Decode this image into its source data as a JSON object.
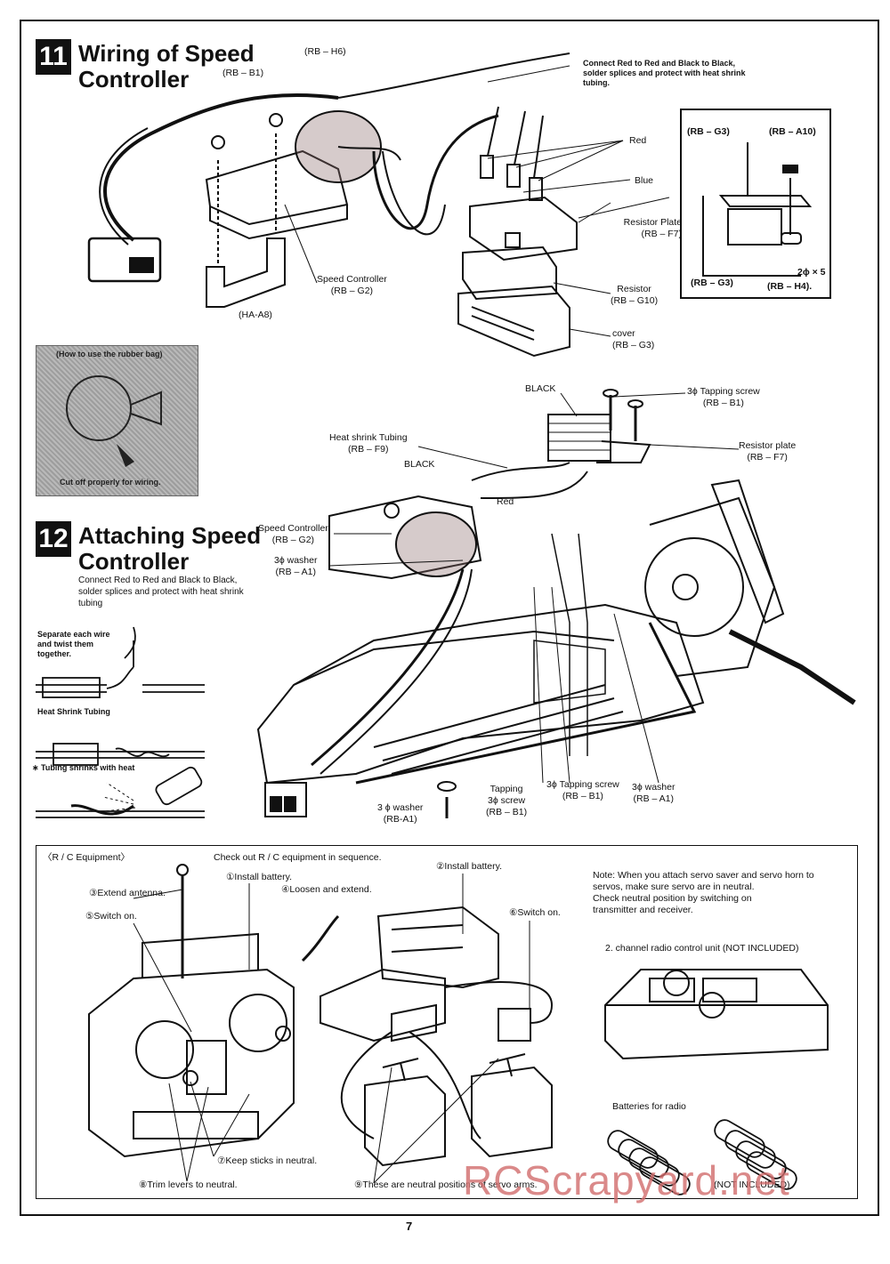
{
  "page": {
    "number": "7"
  },
  "step11": {
    "num": "11",
    "title": "Wiring of Speed\nController",
    "labels": {
      "rb_h6": "(RB – H6)",
      "rb_b1": "(RB – B1)",
      "connect_note": "Connect Red to Red and Black to Black,\nsolder splices and protect with heat shrink\ntubing.",
      "red": "Red",
      "blue": "Blue",
      "resistor_plate": "Resistor Plate\n(RB – F7)",
      "speed_controller": "Speed Controller\n(RB – G2)",
      "ha_a8": "(HA-A8)",
      "resistor": "Resistor\n(RB – G10)",
      "cover": "cover\n(RB – G3)"
    },
    "inset": {
      "rb_g3_top": "(RB – G3)",
      "rb_a10": "(RB – A10)",
      "rb_g3_bottom": "(RB – G3)",
      "screw_size": "2ϕ × 5",
      "rb_h4": "(RB – H4)."
    }
  },
  "rubber_bag": {
    "caption_top": "(How to use the rubber bag)",
    "caption_bottom": "Cut off properly for wiring."
  },
  "step12": {
    "num": "12",
    "title": "Attaching Speed\nController",
    "instruction": "Connect Red to Red and Black to Black,\nsolder splices and protect with heat shrink\ntubing",
    "twist_note": "Separate each wire\nand twist them\ntogether.",
    "heat_shrink": "Heat Shrink Tubing",
    "shrinks": "∗ Tubing shrinks with heat",
    "labels": {
      "black_top": "BLACK",
      "tapping_screw_top": "3ϕ Tapping screw\n(RB – B1)",
      "resistor_plate": "Resistor plate\n(RB – F7)",
      "heat_shrink_tubing": "Heat shrink Tubing\n(RB – F9)",
      "black_mid": "BLACK",
      "red": "Red",
      "speed_controller": "Speed Controller\n(RB – G2)",
      "washer_left": "3ϕ washer\n(RB – A1)",
      "washer_bottom": "3 ϕ washer\n(RB-A1)",
      "tapping_screw_b1": "Tapping\n3ϕ screw\n(RB – B1)",
      "tapping_screw_mid": "3ϕ Tapping screw\n(RB – B1)",
      "washer_right": "3ϕ washer\n(RB – A1)"
    }
  },
  "rc": {
    "heading": "〈R / C Equipment〉",
    "check": "Check out R / C equipment in sequence.",
    "steps": {
      "s1": "①Install battery.",
      "s2": "②Install battery.",
      "s3": "③Extend antenna.",
      "s4": "④Loosen and extend.",
      "s5": "⑤Switch on.",
      "s6": "⑥Switch on.",
      "s7": "⑦Keep sticks in neutral.",
      "s8": "⑧Trim levers to neutral.",
      "s9": "⑨These are neutral positions of servo arms."
    },
    "note": "Note: When you attach servo saver and servo horn to\n         servos, make  sure servo are in neutral.\n         Check neutral position by switching on\n         transmitter and receiver.",
    "channel": "2. channel radio control unit (NOT INCLUDED)",
    "batteries": "Batteries for radio",
    "not_included": "(NOT INCLUDED)"
  },
  "watermark": "RCScrapyard.net"
}
